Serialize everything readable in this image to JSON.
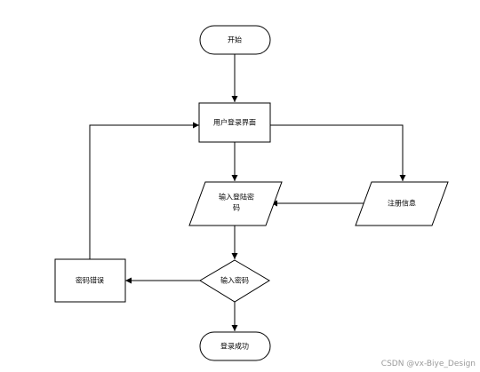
{
  "flowchart": {
    "nodes": {
      "start": {
        "label": "开始",
        "shape": "terminator"
      },
      "login_ui": {
        "label": "用户登录界面",
        "shape": "process"
      },
      "input_pw": {
        "label_line1": "输入登陆密",
        "label_line2": "码",
        "shape": "data"
      },
      "register": {
        "label": "注册信息",
        "shape": "data"
      },
      "check_pw": {
        "label": "输入密码",
        "shape": "decision"
      },
      "pw_error": {
        "label": "密码错误",
        "shape": "process"
      },
      "success": {
        "label": "登录成功",
        "shape": "terminator"
      }
    },
    "edges": [
      {
        "from": "start",
        "to": "login_ui"
      },
      {
        "from": "login_ui",
        "to": "input_pw"
      },
      {
        "from": "login_ui",
        "to": "register"
      },
      {
        "from": "register",
        "to": "input_pw"
      },
      {
        "from": "input_pw",
        "to": "check_pw"
      },
      {
        "from": "check_pw",
        "to": "pw_error"
      },
      {
        "from": "check_pw",
        "to": "success"
      },
      {
        "from": "pw_error",
        "to": "login_ui"
      }
    ]
  },
  "watermark": "CSDN @vx-Biye_Design"
}
